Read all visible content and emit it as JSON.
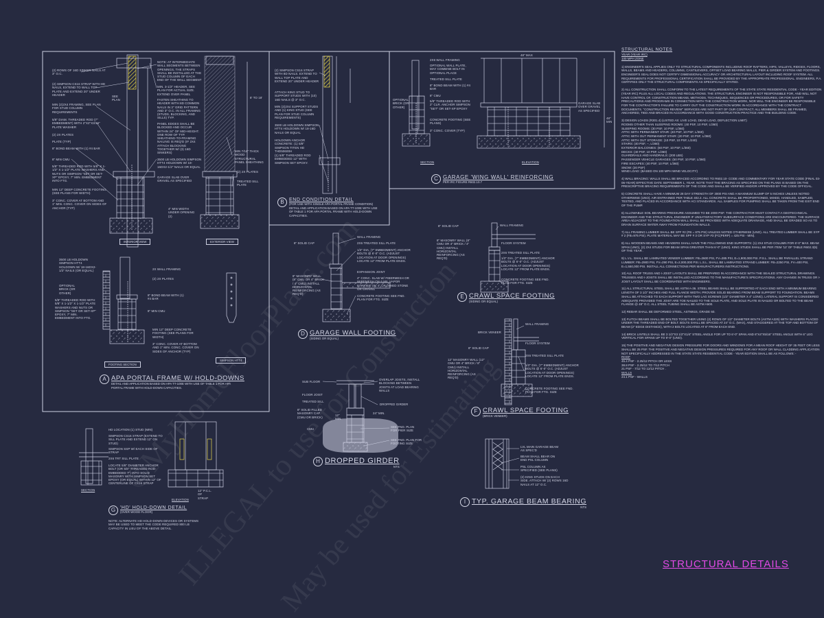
{
  "sheet_title": "STRUCTURAL DETAILS",
  "watermarks": [
    "©MyHomeFloorPlans.com",
    "ILLEGAL to use for Construction",
    "May be used for Estimating"
  ],
  "colors": {
    "background": "#262a40",
    "lines": "#cfd2e4",
    "accent_title": "#e24ae6",
    "strap": "#e8d84a"
  },
  "notes": {
    "heading": "STRUCTURAL NOTES",
    "sub1": "YEAR (YEAR IRC)",
    "sub2": "100 mph ZONE",
    "paragraphs": [
      "1) ENGINEER'S SEAL APPLIES ONLY TO STRUCTURAL COMPONENTS INCLUDING ROOF RAFTERS, HIPS, VALLEYS, RIDGES, FLOORS, WALLS, BEAMS AND HEADERS, COLUMNS, CANTILEVERS, OFFSET LOAD BEARING WALLS, PIER & GIRDER SYSTEM AND FOOTINGS. ENGINEER'S SEAL DOES NOT CERTIFY DIMENSIONAL ACCURACY OR ARCHITECTURAL LAYOUT INCLUDING ROOF SYSTEM. ALL REQUIREMENTS FOR PROFESSIONAL CERTIFICATION SHALL BE PROVIDED BY THE APPROPRIATE PROFESSIONAL. ENGINEERS, P.A. CERTIFIES ONLY THE STRUCTURAL COMPONENTS AS SPECIFICALLY STATED.",
      "2) ALL CONSTRUCTION SHALL CONFORM TO THE LATEST REQUIREMENTS OF THE STATE STATE RESIDENTIAL CODE - YEAR EDITION (YEAR IRC) PLUS ALL LOCAL CODES AND REGULATIONS. THE STRUCTURAL ENGINEER IS NOT RESPONSIBLE FOR, AND WILL NOT HAVE CONTROL OF, CONSTRUCTION MEANS, METHODS, TECHNIQUES, SEQUENCES OR PROCEDURES, OR FOR SAFETY PRECAUTIONS AND PROGRAMS IN CONNECTION WITH THE CONSTRUCTION WORK, NOR WILL THE ENGINEER BE RESPONSIBLE FOR THE CONTRACTOR'S FAILURE TO CARRY OUT THE CONSTRUCTION WORK IN ACCORDANCE WITH THE CONTRACT DOCUMENTS. \"CONSTRUCTION REVIEW\" SERVICES ARE NOT PART OF OUR CONTRACT. ALL MEMBERS SHALL BE FRAMED, ANCHORED, TIED AND BRACED IN ACCORDANCE WITH GOOD CONSTRUCTION PRACTICE AND THE BUILDING CODE.",
      "3) DESIGN LOADS (R301.4) (LISTED AS: LIVE LOAD, DEAD LOAD, DEFLECTION LIMIT)\nROOMS OTHER THAN SLEEPING ROOMS: (40 PSF, 10 PSF, L/360)\nSLEEPING ROOMS: (30 PSF, 10 PSF, L/360)\nATTIC WITH PERMANENT STAIR: (40 PSF, 10 PSF, L/360)\nATTIC WITH OUT PERMANENT STAIR: (20 PSF, 10 PSF, L/360)\nATTIC WITH OUT STORAGE: (10 PSF, 10 PSF, L/240)\nSTAIRS: (40 PSF, --, L/360)\nEXTERIOR BALCONIES: (60 PSF, 10 PSF, L/360)\nDECKS: (40 PSF, 10 PSF, L/360)\nGUARDRAILS AND HANDRAILS: (200 LBS)\nPASSENGER VEHICLE GARAGES: (50 PSF, 10 PSF, L/360)\nFIRE ESCAPES: (40 PSF, 10 PSF, L/360)\nSNOW: (20 PSF)\nWIND LOAD: (BASED ON 100 MPH WIND VELOCITY)",
      "4) WALL BRACING: WALLS SHALL BE BRACED ACCORDING TO R602.10- CODE AND COMMENTARY FOR YEAR STATE CODE (FINAL 03-06-YEAR) EFFECTIVE DATE SEPTEMBER 1, YEAR. NOTE THAT THE BRACING AS SPECIFIED ON THE PLANS IS BASED ON THE PRESCRIPTIVE BRACING REQUIREMENTS OF THE CODE AND SHALL BE VERIFIED AND/OR APPROVED BY THE CODE OFFICIAL.",
      "5) CONCRETE SHALL HAVE A MINIMUM 28 DAY STRENGTH OF 3000 PSI AND A MAXIMUM SLUMP OF 5 INCHES UNLESS NOTED OTHERWISE (UNO). AIR ENTRAINED PER TABLE 402.2. ALL CONCRETE SHALL BE PROPORTIONED, MIXED, HANDLED, SAMPLED, TESTED, AND PLACED IN ACCORDANCE WITH ACI STANDARDS. ALL SAMPLES FOR PUMPING SHALL BE TAKEN FROM THE EXIT END OF THE PUMP.",
      "6) ALLOWABLE SOIL BEARING PRESSURE ASSUMED TO BE 2000 PSF. THE CONTRACTOR MUST CONTACT A GEOTECHNICAL ENGINEER AND THE STRUCTURAL ENGINEER IF UNSATISFACTORY SUBSURFACE CONDITIONS ARE ENCOUNTERED. THE SURFACE AREA ADJACENT TO THE FOUNDATION WALL SHALL BE PROVIDED WITH ADEQUATE DRAINAGE, AND SHALL BE GRADED SO AS TO DRAIN SURFACE WATER AWAY FROM FOUNDATION WALLS.",
      "7) ALL FRAMING LUMBER SHALL BE SPF #2 (Fb = 875 PSI) UNLESS NOTED OTHERWISE (UNO). ALL TREATED LUMBER SHALL BE SYP # 2 (Fb=975 PSI). PLATE MATERIAL MAY BE SPF # 3 OR SYP #3 (Fc(perp) = 425 PSI - MIN).",
      "8) ALL WOODEN BEAMS AND HEADERS SHALL HAVE THE FOLLOWING END SUPPORTS: (1) 2x4 STUD COLUMN FOR 6'-0\" MAX. BEAM SPAN (UNO), (2) 2x4 STUDS FOR BEAM SPAN GREATER THAN 6'-0\" (UNO). KING STUDS SHALL BE PER ITEM '12' OF TABLE R602.3(5) OF THE YEAR .",
      "9) L.V.L. SHALL BE LAMINATED VENEER LUMBER: Fb=2600 PSI, Fv=285 PSI, E=1,900,000 PSI. P.S.L. SHALL BE PARALLEL STRAND LUMBER: Fb=2900 PSI, Fv=290 PSI, E=2,000,000 PSI. L.S.L. SHALL BE LAMINATED STRAND LUMBER: Fb=2250 PSI, Fv=400 PSI, E=1,550,000 PSI. INSTALL ALL CONNECTIONS PER MANUFACTURERS INSTRUCTIONS.",
      "10) ALL ROOF TRUSS AND I-JOIST LAYOUTS SHALL BE PREPARED IN ACCORDANCE WITH THE SEALED STRUCTURAL DRAWINGS. TRUSSES AND I-JOISTS SHALL BE INSTALLED ACCORDING TO THE MANUFACTURE'S SPECIFICATIONS. ANY CHANGE IN TRUSS OR I-JOIST LAYOUT SHALL BE COORDINATED WITH ENGINEERS.",
      "11) ALL STRUCTURAL STEEL SHALL BE ASTM A-36. STEEL BEAMS SHALL BE SUPPORTED AT EACH END WITH A MINIMUM BEARING LENGTH OF 3 1/2\" INCHES AND FULL FLANGE WIDTH. PROVIDE SOLID BEARING FROM BEAM SUPPORT TO FOUNDATION. BEAMS SHALL BE ATTACHED TO EACH SUPPORT WITH TWO LAG SCREWS (1/2\" DIAMETER x 4\" LONG). LATERAL SUPPORT IS CONSIDERED ADEQUATE PROVIDED THE JOIST ARE TOE NAILED TO THE SOLE PLATE, AND SOLE PLATE IS NAILED OR BOLTED TO THE BEAM FLANGE @ 48\" O.C. ALL STEEL TUBING SHALL BE ASTM A500.",
      "12) REBAR SHALL BE DEFORMED STEEL, ASTM615, GRADE 60.",
      "13) FLITCH BEAMS SHALL BE BOLTED TOGETHER USING (2) ROWS OF 1/2\" DIAMETER BOLTS (ASTM A325) WITH WASHERS PLACED UNDER THE THREADED END OF BOLT. BOLTS SHALL BE SPACED AT 24\" O.C. (MAX), AND STAGGERED AT THE TOP AND BOTTOM OF BEAM (2\" EDGE DISTANCE), WITH 2 BOLTS LOCATED AT 6\" FROM EACH END.",
      "14) BRICK LINTELS SHALL BE 3 1/2\"x3 1/2\"x1/4\" STEEL ANGLE FOR UP TO 6'-0\" SPAN AND 6\"x4\"x5/16\" STEEL ANGLE WITH 6\" LEG VERTICAL FOR SPANS UP TO 9'-0\" (UNO).",
      "15) THE POSITIVE AND NEGATIVE DESIGN PRESSURE FOR DOORS AND WINDOWS FOR A MEAN ROOF HEIGHT OF 35 FEET OR LESS SHALL BE 25 PSF. THE POSITIVE AND NEGATIVE DESIGN PRESSURES REQUIRED FOR ANY ROOF OR WALL CLADDING APPLICATION NOT SPECIFICALLY ADDRESSED IN THE STATE STATE RESIDENTIAL CODE - YEAR EDITION SHALL BE AS FOLLOWS: -"
    ],
    "roof_heading": "ROOF",
    "roof_lines": [
      "45.4 PSF - 2.25/12 PITCH OR LESS",
      "38.8 PSF - 2.25/12 TO 7/12 PITCH",
      "21 PSF - 7/12 TO 12/12 PITCH ."
    ],
    "walls_heading": "WALLS",
    "walls_lines": [
      "24.1 PSF - WALLS"
    ]
  },
  "details": {
    "a": {
      "letter": "A",
      "title": "APA PORTAL FRAME W/ HOLD-DOWNS",
      "subtitle": "DETAIL AND APPLICATION BASED ON APA TT-100E WITH USE OF TABLE 1 FOR APA PORTAL FRAME WITH HOLD-DOWN CAPACITIES.",
      "views": [
        "INTERIOR VIEW",
        "EXTERIOR VIEW",
        "FOOTING SECTION",
        "SIMPSON HTT4"
      ],
      "labels": [
        "(2) ROWS OF 16d SINKER NAILS AT 3\" O.C.",
        "(2) SIMPSON CS16 STRAP WITH 8d NAILS, EXTEND TO WALL TOP PLATE AND EXTEND 20\" UNDER HEADER",
        "MIN (2)2x4 FRAMING, SEE PLAN FOR STUD COLUMN REQUIREMENTS",
        "5/8\" DIAM. THREADED ROD (7\" EMBEDMENT) WITH 2\"x2\"x3/16\" PLATE WASHER",
        "(2) 2x PLATES",
        "PLATE (TYP)",
        "8\" BOND BEAM WITH (1) #4 BAR",
        "8\" MIN CMU",
        "5/8\" THREADED ROD WITH 5/8\" x 1-1/2\" x 1-1/2\" PLATE WASHERS AND NUTS OR SIMPSON \"SET OR SET-XP\" EPOXY, 7\" MIN. EMBEDMENT INTO FTG.",
        "MIN 12\" DEEP CONCRETE FOOTING (SEE PLANS FOR WIDTH)",
        "3\" CONC. COVER AT BOTTOM AND 1\" MIN. CONC. COVER ON SIDES OF ANCHOR (TYP)",
        "NOTE: AT INTERMEDIATE WALL SEGMENTS BETWEEN OPENINGS, THE STRAPS SHALL BE INSTALLED AT THE STUD COLUMN OF EACH END OF THE WALL SEGMENT",
        "MIN. 3-1/2\" HEADER, SEE PLAN FOR ACTUAL SIZE. EXTEND OVER PANEL",
        "FASTEN SHEATHING TO HEADER WITH 8d COMMON NAILS IN 3\" GRID PATTERN AND 3\" O.C. IN ALL FRAMING (STUDS, BLOCKING, AND SILLS) TYP.",
        "PANEL EDGES SHALL BE BLOCKED AND OCCUR WITHIN 24\" OF MID-HEIGHT. ONE ROW OF TYP. SHEATHING-TO-FRAMING NAILING IS REQ'D (IF 2x4 ATTACH BLOCKING TOGETHER W/ (3) 16d SINKERS)",
        "3500 LB HOLDOWN SIMPSON HTT4 HOLDOWN W/ 18-16dx2-1/2\" NAILS OR EQUAL",
        "GARAGE SLAB OVER GRAVEL AS SPECIFIED",
        "4\" MIN WIDTH UNDER OPENING (2)",
        "MIN 7/16\" THICK WOOD STRUCTURAL PANEL SHEATHING",
        "(2) 2x PLATES",
        "TREATED SILL PLATE",
        "3500 LB HOLDOWN SIMPSON HTT4 HOLDOWN W/ 18-16dx2-1/2\" NAILS (OR EQUAL)",
        "OPTIONAL BRICK (OR OTHER)",
        "2x WALL FRAMING",
        "(2) 2x PLATES",
        "8\" BOND BEAM WITH (1) #4 BAR",
        "8\" MIN CMU",
        "5/8\" THREADED ROD WITH 5/8\" x 1-1/2\" x 1-1/2\" PLATE WASHERS AND NUTS OR SIMPSON \"SET OR SET-XP\" EPOXY, 7\" MIN. EMBEDMENT INTO FTG.",
        "MIN 12\" DEEP CONCRETE FOOTING (SEE PLANS FOR WIDTH)",
        "3\" CONC. COVER AT BOTTOM AND 1\" MIN. CONC. COVER ON SIDES OF ANCHOR (TYP)",
        "8' TO 18'",
        "SEE PLAN"
      ]
    },
    "b": {
      "letter": "B",
      "title": "END CONDITION DETAIL",
      "subtitle": "(FOR USE WITH SINGLE APA PORTAL FRAME CONDITION)",
      "note": "DETAIL AND APPLICATION BASED ON APA TT-100E WITH USE OF TABLE 1 FOR APA PORTAL FRAME WITH HOLD-DOWN CAPACITIES.",
      "labels": [
        "(2) SIMPSON CS16 STRAP WITH 8d NAILS. EXTEND TO WALL TOP PLATE AND EXTEND 20\" UNDER HEADER",
        "ATTACH KING STUD TO SUPPORT STUDS WITH (10) 16d NAILS @ 3\" O.C.",
        "MIN (2)2x4 SUPPORT STUDS AND (1) KING STUD (SEE PLAN FOR STUD COLUMN REQUIREMENTS)",
        "3500 LB HOLDOWN SIMPSON HTT4 HOLDOWN W/ 18-16d NAILS OR EQUAL",
        "HOLDOWN ANCHOR CONCRETE: (1) 5/8\" SIMPSON TITEN HD THD50600H",
        "(1) 5/8\" THREADED ROD EMBEDDED 12\" WITH SIMPSON SET EPOXY."
      ]
    },
    "c": {
      "letter": "C",
      "title": "GARAGE 'WING WALL' REINFORCING",
      "subtitle": "PER IRC FIGURE R602.10.7",
      "views": [
        "SECTION",
        "ELEVATION"
      ],
      "labels": [
        "2x6 WALL FRAMING",
        "OPTIONAL WALL PLATE, MAY COMBINE BOLT IN OPTIONAL PLACE",
        "TREATED SILL PLATE",
        "8\" BOND BEAM WITH (1) #4 BAR",
        "8\" CMU",
        "5/8\" THREADED ROD WITH 2\" CLR. ANCHOR SIMPSON \"SET\" OR SET-XP EPOXY",
        "CONCRETE FOOTING (SEE PLANS)",
        "3\" CONC. COVER (TYP)",
        "OPTIONAL BRICK (OR OTHER)",
        "48\" MAX",
        "GARAGE SLAB OVER GRAVEL AS SPECIFIED",
        "48\" MIN"
      ]
    },
    "d": {
      "letter": "D",
      "title": "GARAGE WALL FOOTING",
      "subtitle": "(SIDING OR EQUAL)",
      "labels": [
        "WALL FRAMING",
        "2x6 TREATED SILL PLATE",
        "8\" SOLID CAP",
        "1/2\" DIA. (7\" EMBEDMENT) ANCHOR BOLTS @ 6'-0\" O.C. (ADJUST LOCATION AT DOOR OPENINGS) LOCATE 12\" FROM PLATE ENDS.",
        "8\" MASONRY WALL (8\" CMU OR 4\" BRICK / 4\" CMU) INSTALL HORIZONTAL REINFORCING (AS REQ'D)",
        "EXPANSION JOINT",
        "4\" CONC. SLAB w/ FIBERMESH OR WIREMESH ON 6 MIL VAPOR BARRIER ON 4\" CRUSHED STONE OR GRAVEL",
        "CONCRETE FOOTING SEE FND. PLAN FOR FTG. SIZE"
      ]
    },
    "e": {
      "letter": "E",
      "title": "CRAWL SPACE FOOTING",
      "subtitle": "(SIDING OR EQUAL)",
      "labels": [
        "WALL FRAMING",
        "FLOOR SYSTEM",
        "8\" SOLID CAP",
        "2x6 TREATED SILL PLATE",
        "1/2\" DIA. (7\" EMBEDMENT) ANCHOR BOLTS @ 6'-0\" O.C. (ADJUST LOCATION AT DOOR OPENINGS) LOCATE 12\" FROM PLATE ENDS.",
        "8\" MASONRY WALL (8\" CMU OR 4\" BRICK / 4\" CMU) INSTALL HORIZONTAL REINFORCING (AS REQ'D)",
        "CONCRETE FOOTING SEE FND. PLAN FOR FTG. SIZE"
      ]
    },
    "f": {
      "letter": "F",
      "title": "CRAWL SPACE FOOTING",
      "subtitle": "(BRICK VENEER)",
      "labels": [
        "WALL FRAMING",
        "BRICK VENEER",
        "FLOOR SYSTEM",
        "8\" SOLID CAP",
        "2x6 TREATED SILL PLATE",
        "12\" MASONRY WALL (12\" CMU OR 4\" BRICK / 8\" CMU) INSTALL HORIZONTAL REINFORCING (AS REQ'D)",
        "1/2\" DIA. (7\" EMBEDMENT) ANCHOR BOLTS @ 6'-0\" O.C. (ADJUST LOCATION AT DOOR OPENINGS) LOCATE 12\" FROM PLATE ENDS.",
        "CONCRETE FOOTING SEE FND. PLAN FOR FTG. SIZE"
      ]
    },
    "g": {
      "letter": "G",
      "title": "'HD' HOLD-DOWN DETAIL",
      "subtitle": "(OVER WOOD FLOOR)",
      "note": "NOTE: ALTERNATE HD HOLD-DOWN DEVICES OR SYSTEMS MAY BE USED TO MEET THE CODE REQUIRED 800 LB CAPACITY IN LIEU OF THE ABOVE DETAIL.",
      "views": [
        "SECTION",
        "ELEVATION"
      ],
      "labels": [
        "HD LOCATION (1) STUD (MIN)",
        "SIMPSON CS16 STRAP (EXTEND TO SILL PLATE AND EXTEND 12\" ON STUD)",
        "SIMPSON SSP W/ EACH SIDE OF STRAP",
        "2x6 TRT SILL PLATE",
        "LOCATE 5/8\" DIAMETER ANCHOR BOLT (OR 5/8\" THREADED ROD EMBEDDED 7\") INTO SOLID MASONRY WITH SIMPSON SET EPOXY (OR EQUAL) WITHIN 12\" OF CENTERLINE OF CS16 STRAP",
        "12\" P.C.L. OF STRAP"
      ]
    },
    "h": {
      "letter": "H",
      "title": "DROPPED GIRDER",
      "scale": "NTS",
      "labels": [
        "SUB FLOOR",
        "FLOOR JOIST",
        "TREATED SILL",
        "8\" SOLID FILLED MASONRY CAP (CMU OR BRICK)",
        "CMU",
        "OVERLAP JOISTS, INSTALL BLOCKING BETWEEN JOISTS AT LOAD BEARING WALLS",
        "DROPPED GIRDER",
        "SEE FND. PLAN FOR PIER SIZE",
        "SEE FND. PLAN FOR FOOTING SIZE",
        "24\" MIN.",
        "12\" MIN."
      ]
    },
    "i": {
      "letter": "I",
      "title": "TYP. GARAGE BEAM BEARING",
      "scale": "NTS",
      "labels": [
        "LVL MAIN GARAGE BEAM AS SPEC'D",
        "BEAM SHALL BEAR ON END PSL COLUMN",
        "PSL COLUMN AS SPECIFIED (SEE PLANS)",
        "(2) KING STUDS ON EACH SIDE. ATTACH W/ (2) ROWS 16d NAILS AT 12\" O.C."
      ]
    }
  }
}
